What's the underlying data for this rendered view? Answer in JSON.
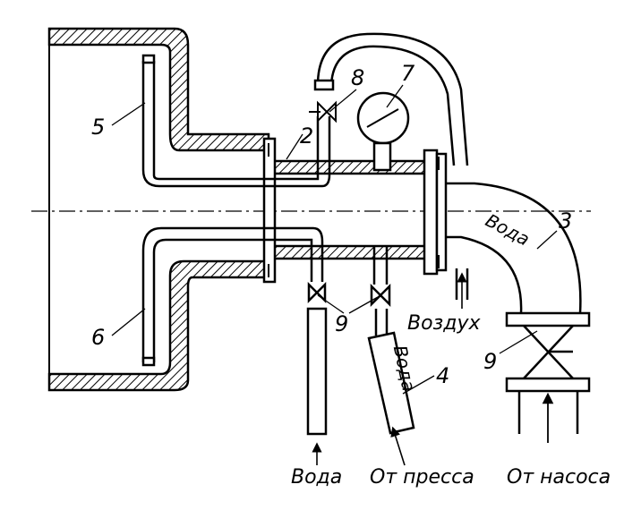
{
  "labels": {
    "n2": "2",
    "n3": "3",
    "n4": "4",
    "n5": "5",
    "n6": "6",
    "n7": "7",
    "n8": "8",
    "n9a": "9",
    "n9b": "9",
    "voda_pipe": "Вода",
    "voda_hose": "Вода",
    "vozdukh": "Воздух",
    "voda_out": "Вода",
    "ot_pressa": "От пресса",
    "ot_nasosa": "От насоса"
  }
}
